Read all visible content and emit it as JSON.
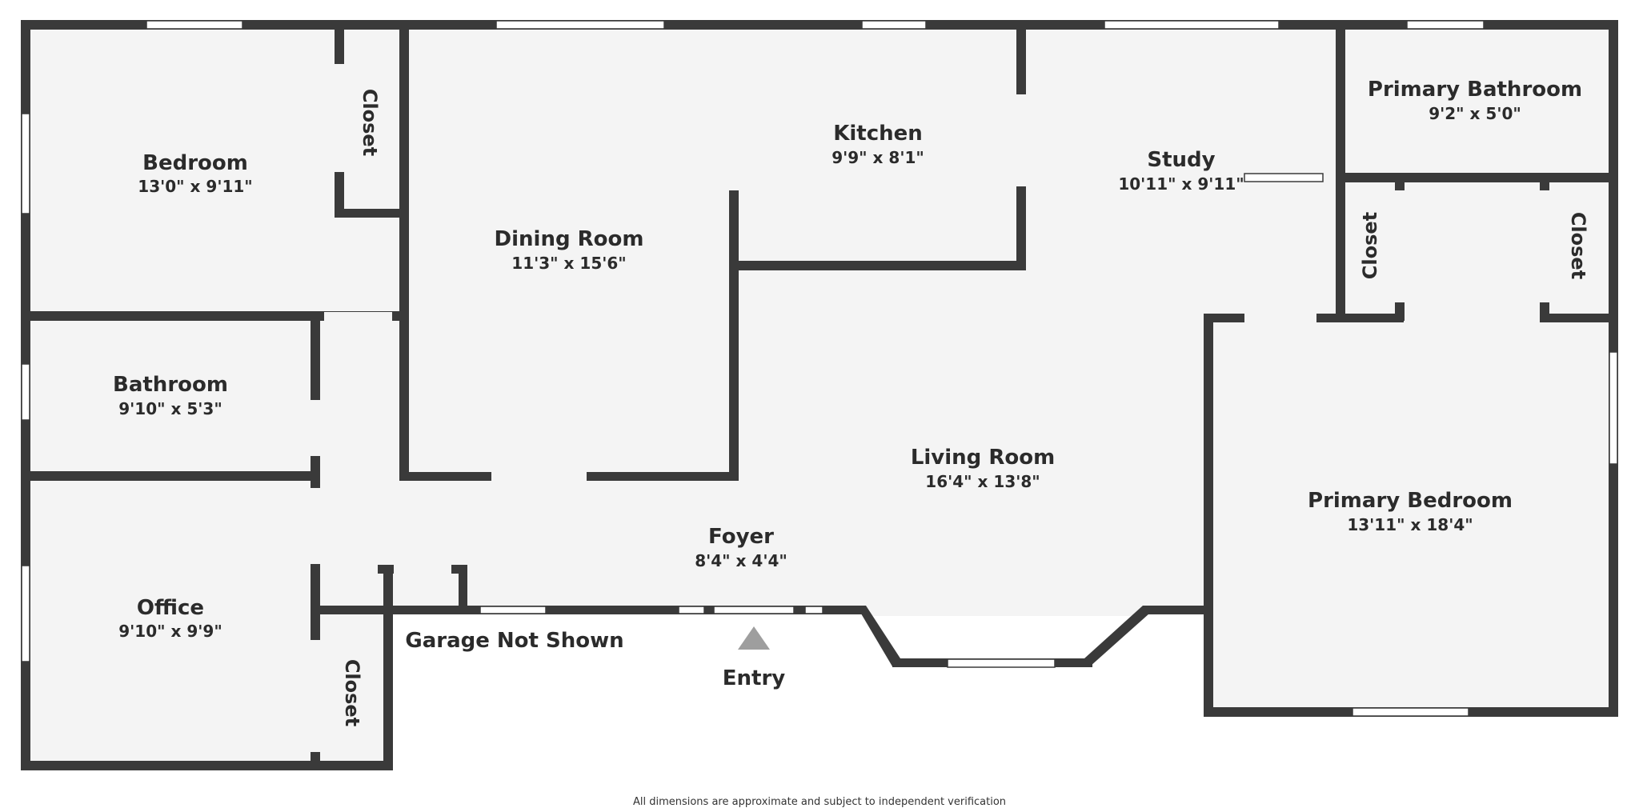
{
  "colors": {
    "wall": "#3a3a3a",
    "floor": "#f4f4f4",
    "text": "#2b2b2b",
    "entry_marker": "#9e9e9e"
  },
  "rooms": {
    "bedroom": {
      "name": "Bedroom",
      "dims": "13'0\" x 9'11\""
    },
    "bathroom": {
      "name": "Bathroom",
      "dims": "9'10\" x 5'3\""
    },
    "office": {
      "name": "Office",
      "dims": "9'10\" x 9'9\""
    },
    "dining_room": {
      "name": "Dining Room",
      "dims": "11'3\" x 15'6\""
    },
    "kitchen": {
      "name": "Kitchen",
      "dims": "9'9\" x 8'1\""
    },
    "study": {
      "name": "Study",
      "dims": "10'11\" x 9'11\""
    },
    "primary_bathroom": {
      "name": "Primary Bathroom",
      "dims": "9'2\" x 5'0\""
    },
    "living_room": {
      "name": "Living Room",
      "dims": "16'4\" x 13'8\""
    },
    "foyer": {
      "name": "Foyer",
      "dims": "8'4\" x 4'4\""
    },
    "primary_bedroom": {
      "name": "Primary Bedroom",
      "dims": "13'11\" x 18'4\""
    }
  },
  "closets": {
    "bedroom_closet": "Closet",
    "office_closet": "Closet",
    "primary_left_closet": "Closet",
    "primary_right_closet": "Closet"
  },
  "labels": {
    "garage": "Garage Not Shown",
    "entry": "Entry",
    "footer": "All dimensions are approximate and subject to independent verification"
  }
}
